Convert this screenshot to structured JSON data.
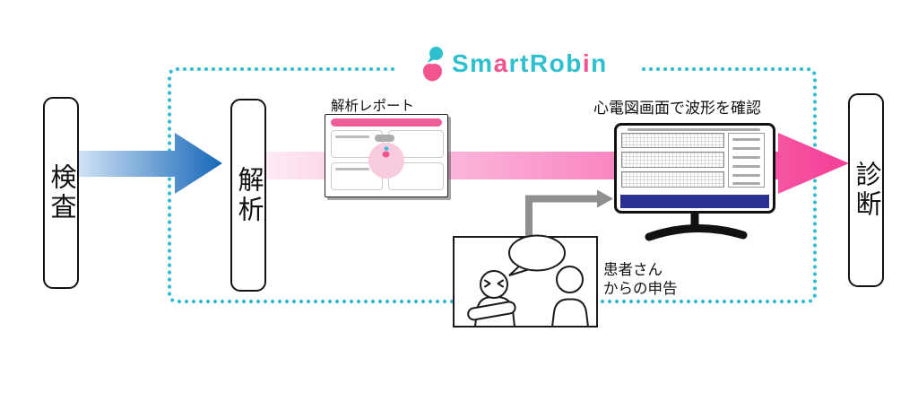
{
  "brand": {
    "name": "SmartRobin",
    "p1": "Sm",
    "p2": "a",
    "p3": "rt",
    "p4": "Rob",
    "p5": "i",
    "p6": "n"
  },
  "stages": {
    "step1": "検査",
    "step2": "解析",
    "step3": "診断"
  },
  "labels": {
    "report": "解析レポート",
    "monitor": "心電図画面で波形を確認",
    "patient_1": "患者さん",
    "patient_2": "からの申告"
  },
  "colors": {
    "cyan_border": "#2cbcd6",
    "logo_teal": "#2fc0cf",
    "logo_pink": "#f2548f",
    "blue_arrow_start": "#cfe2f4",
    "blue_arrow_end": "#1566b8",
    "pink_arrow_start": "#fdeaf4",
    "pink_arrow_mid": "#fa8ec6",
    "pink_arrow_end": "#f43f96",
    "report_header_pink": "#ef5e99",
    "report_circle_pink": "#f8cbdf",
    "monitor_navy": "#2a3192",
    "gray_arrow": "#8f8f8f"
  }
}
